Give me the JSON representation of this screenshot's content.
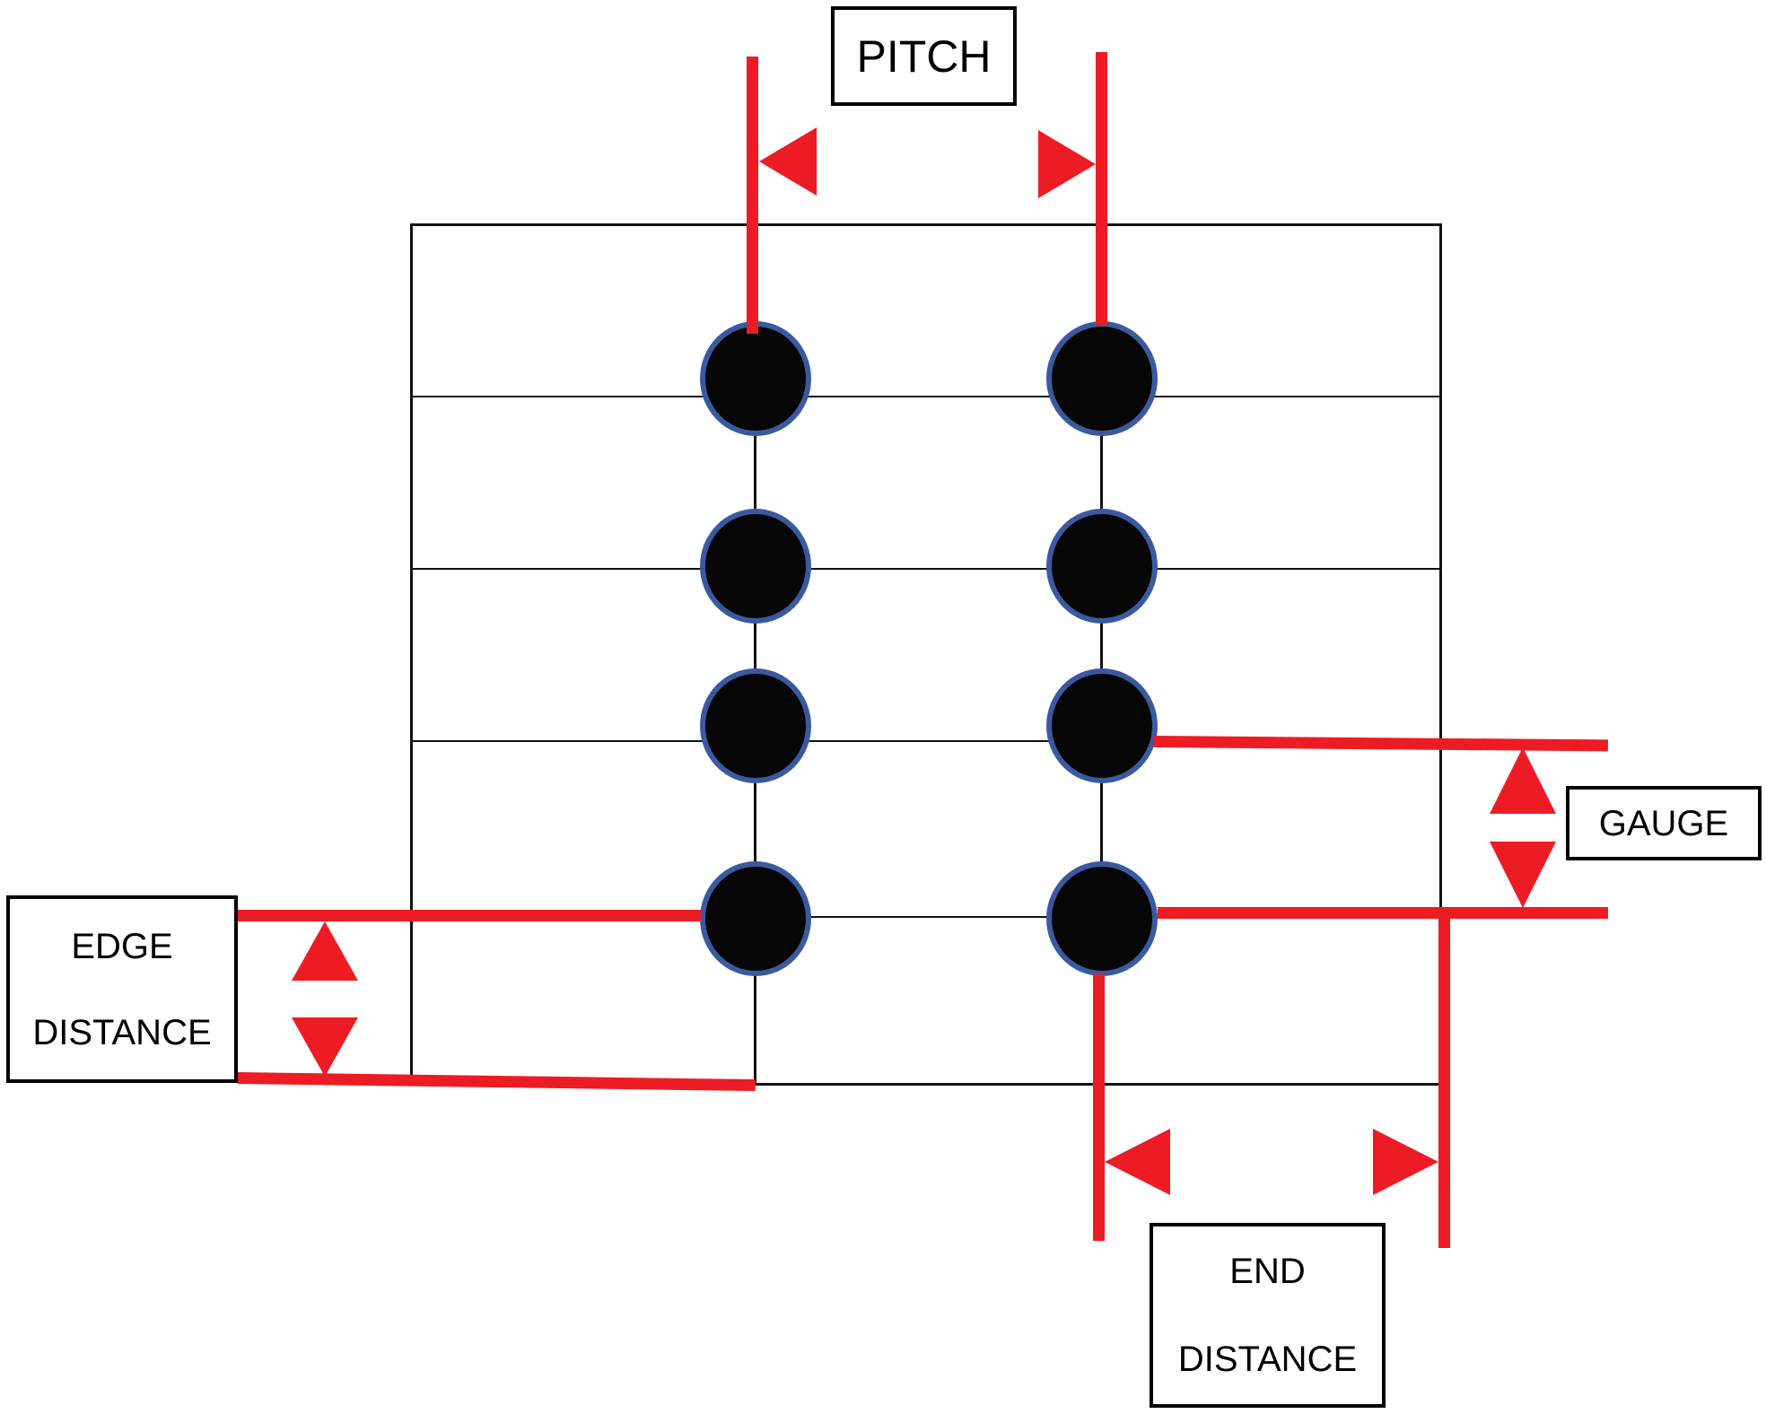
{
  "diagram": {
    "type": "fastener-spacing-terminology",
    "labels": {
      "pitch": "PITCH",
      "gauge": "GAUGE",
      "edge": {
        "line1": "EDGE",
        "line2": "DISTANCE"
      },
      "end": {
        "line1": "END",
        "line2": "DISTANCE"
      }
    },
    "bolt_pattern": {
      "rows": 4,
      "columns": 2,
      "bolt_count": 8
    },
    "colors": {
      "red": "#ED1C24",
      "bolt_fill": "#060606",
      "bolt_ring": "#3A5AA0",
      "line": "#111111",
      "text": "#000000",
      "bg": "#FFFFFF"
    }
  }
}
